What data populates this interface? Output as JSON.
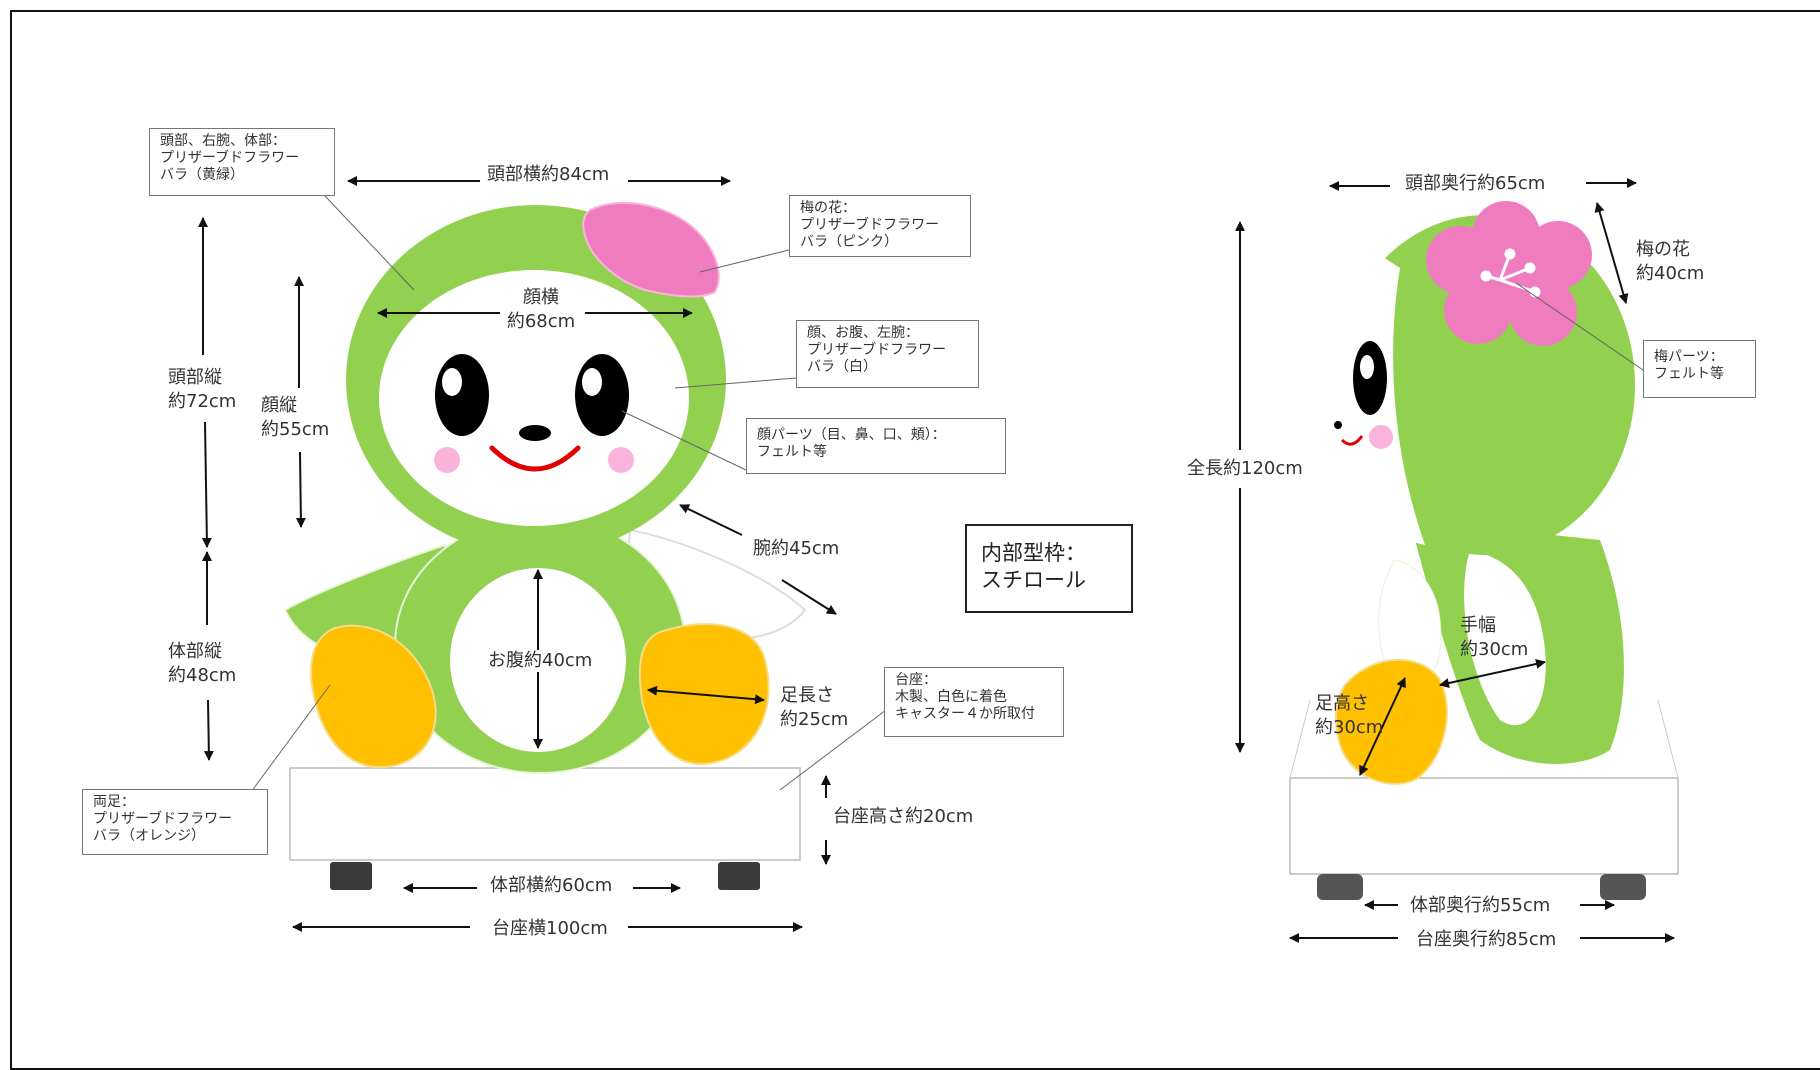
{
  "front": {
    "head_width": "頭部横約84cm",
    "face_width": [
      "顔横",
      "約68cm"
    ],
    "head_height": [
      "頭部縦",
      "約72cm"
    ],
    "face_height": [
      "顔縦",
      "約55cm"
    ],
    "body_height": [
      "体部縦",
      "約48cm"
    ],
    "arm": "腕約45cm",
    "belly": "お腹約40cm",
    "leg_length": [
      "足長さ",
      "約25cm"
    ],
    "base_height": "台座高さ約20cm",
    "body_width": "体部横約60cm",
    "base_width": "台座横100cm"
  },
  "side": {
    "head_depth": "頭部奥行約65cm",
    "flower": [
      "梅の花",
      "約40cm"
    ],
    "total_height": "全長約120cm",
    "hand_width": [
      "手幅",
      "約30cm"
    ],
    "foot_height": [
      "足高さ",
      "約30cm"
    ],
    "body_depth": "体部奥行約55cm",
    "base_depth": "台座奥行約85cm"
  },
  "notes": {
    "head_arm_body": [
      "頭部、右腕、体部：",
      "プリザーブドフラワー",
      "バラ（黄緑）"
    ],
    "plum_flower": [
      "梅の花：",
      "プリザーブドフラワー",
      "バラ（ピンク）"
    ],
    "face_belly": [
      "顔、お腹、左腕：",
      "プリザーブドフラワー",
      "バラ（白）"
    ],
    "face_parts": [
      "顔パーツ（目、鼻、口、頬）：",
      "フェルト等"
    ],
    "feet": [
      "両足：",
      "プリザーブドフラワー",
      "バラ（オレンジ）"
    ],
    "base": [
      "台座：",
      "木製、白色に着色",
      "キャスター４か所取付"
    ],
    "plum_parts": [
      "梅パーツ：",
      "フェルト等"
    ],
    "inner_frame": [
      "内部型枠：",
      "スチロール"
    ]
  },
  "colors": {
    "green": "#92d050",
    "pink": "#f07cc0",
    "orange": "#ffc000",
    "black": "#000000",
    "cheek": "#f9b4dc",
    "mouth": "#e00000"
  }
}
